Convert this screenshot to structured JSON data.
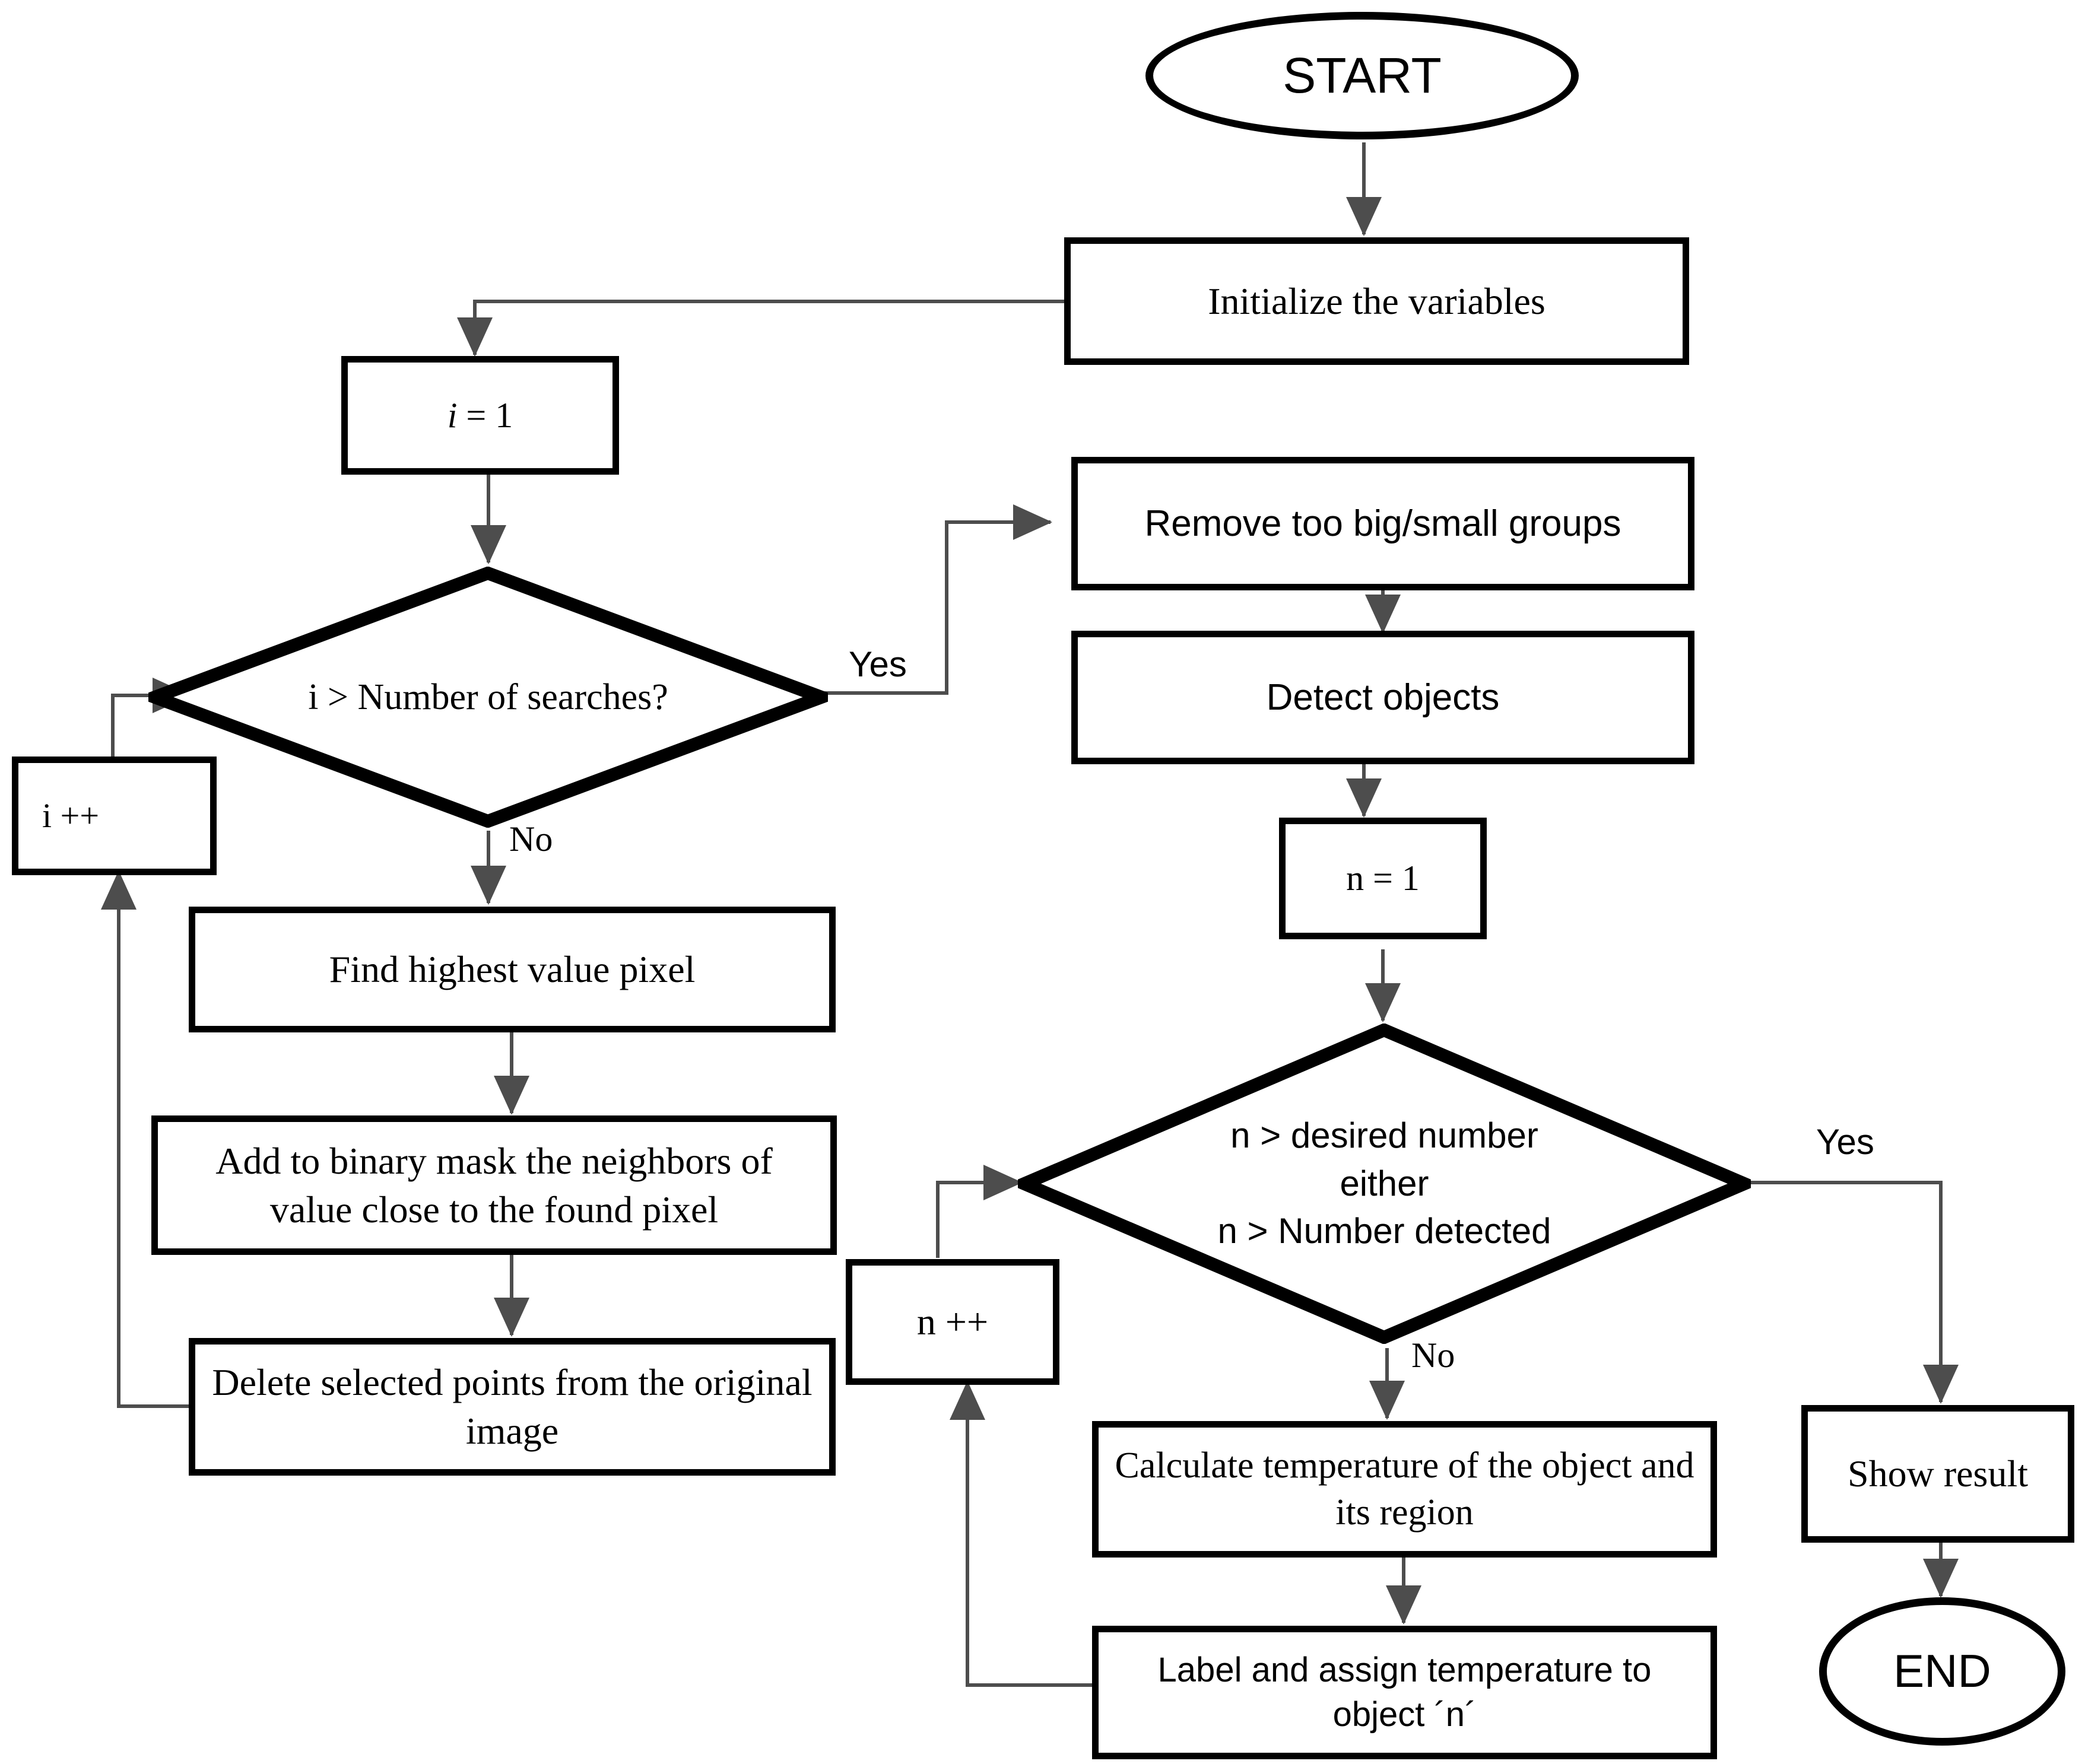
{
  "diagram": {
    "title": "Object detection and temperature assignment flowchart",
    "stroke_color": "#000000",
    "connector_color": "#595959",
    "background": "#ffffff"
  },
  "nodes": {
    "start": {
      "label": "START",
      "shape": "terminator"
    },
    "initialize": {
      "label": "Initialize the variables",
      "shape": "process"
    },
    "i_init": {
      "label_italic": "i",
      "label_rest": " = 1",
      "shape": "process"
    },
    "decision_searches": {
      "label": "i > Number of searches?",
      "shape": "decision"
    },
    "i_increment": {
      "label": "i ++",
      "shape": "process"
    },
    "find_pixel": {
      "label": "Find highest value pixel",
      "shape": "process"
    },
    "add_mask": {
      "label": "Add to binary mask the neighbors of value close to the found pixel",
      "shape": "process"
    },
    "delete_points": {
      "label": "Delete selected points from the original image",
      "shape": "process"
    },
    "remove_groups": {
      "label": "Remove too big/small groups",
      "shape": "process"
    },
    "detect_objects": {
      "label": "Detect objects",
      "shape": "process"
    },
    "n_init": {
      "label": "n = 1",
      "shape": "process"
    },
    "decision_objects": {
      "label": "n > desired number\neither\nn > Number detected",
      "shape": "decision"
    },
    "n_increment": {
      "label": "n ++",
      "shape": "process"
    },
    "calc_temp": {
      "label": "Calculate temperature of the object and its region",
      "shape": "process"
    },
    "label_assign": {
      "label": "Label and assign temperature to object ´n´",
      "shape": "process"
    },
    "show_result": {
      "label": "Show result",
      "shape": "process"
    },
    "end": {
      "label": "END",
      "shape": "terminator"
    }
  },
  "edge_labels": {
    "searches_yes": "Yes",
    "searches_no": "No",
    "objects_yes": "Yes",
    "objects_no": "No"
  }
}
